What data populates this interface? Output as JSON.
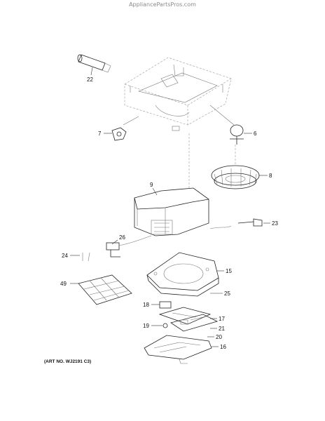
{
  "header": {
    "watermark": "AppliancePartsPros.com"
  },
  "footer": {
    "art_no": "(ART NO. WJ2191 C3)"
  },
  "callouts": {
    "c22": "22",
    "c7": "7",
    "c6": "6",
    "c8": "8",
    "c9": "9",
    "c23": "23",
    "c26": "26",
    "c24": "24",
    "c15": "15",
    "c49": "49",
    "c25": "25",
    "c18": "18",
    "c17": "17",
    "c19": "19",
    "c21": "21",
    "c20": "20",
    "c16": "16"
  }
}
